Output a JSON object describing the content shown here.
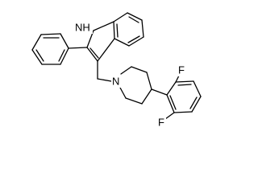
{
  "molecule": {
    "atom_labels": {
      "nh": "NH",
      "n_piperidine": "N",
      "f_top": "F",
      "f_bottom": "F"
    }
  }
}
